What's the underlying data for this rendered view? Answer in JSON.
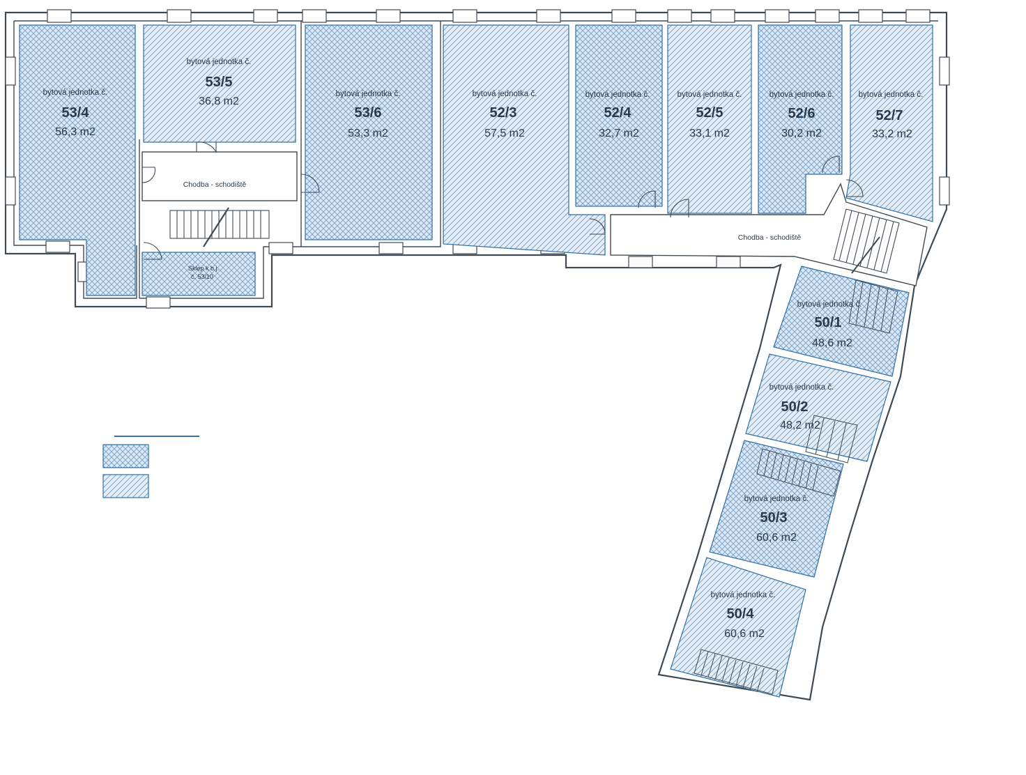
{
  "colors": {
    "wall": "#404a52",
    "hatch_line": "#6f9cc4",
    "room_fill": "#dde9f4",
    "legend_line": "#3a6fb0",
    "text": "#2a3a4a"
  },
  "units": [
    {
      "id": "53/4",
      "label": "bytová jednotka č.",
      "number": "53/4",
      "area": "56,3 m2",
      "hatch": "cross"
    },
    {
      "id": "53/5",
      "label": "bytová jednotka č.",
      "number": "53/5",
      "area": "36,8 m2",
      "hatch": "diag"
    },
    {
      "id": "53/6",
      "label": "bytová jednotka č.",
      "number": "53/6",
      "area": "53,3 m2",
      "hatch": "cross"
    },
    {
      "id": "52/3",
      "label": "bytová jednotka č.",
      "number": "52/3",
      "area": "57,5 m2",
      "hatch": "diag"
    },
    {
      "id": "52/4",
      "label": "bytová jednotka č.",
      "number": "52/4",
      "area": "32,7 m2",
      "hatch": "cross"
    },
    {
      "id": "52/5",
      "label": "bytová jednotka č.",
      "number": "52/5",
      "area": "33,1 m2",
      "hatch": "diag"
    },
    {
      "id": "52/6",
      "label": "bytová jednotka č.",
      "number": "52/6",
      "area": "30,2 m2",
      "hatch": "cross"
    },
    {
      "id": "52/7",
      "label": "bytová jednotka č.",
      "number": "52/7",
      "area": "33,2 m2",
      "hatch": "diag"
    },
    {
      "id": "50/1",
      "label": "bytová jednotka č.",
      "number": "50/1",
      "area": "48,6 m2",
      "hatch": "cross"
    },
    {
      "id": "50/2",
      "label": "bytová jednotka č.",
      "number": "50/2",
      "area": "48,2 m2",
      "hatch": "diag"
    },
    {
      "id": "50/3",
      "label": "bytová jednotka č.",
      "number": "50/3",
      "area": "60,6 m2",
      "hatch": "cross"
    },
    {
      "id": "50/4",
      "label": "bytová jednotka č.",
      "number": "50/4",
      "area": "60,6 m2",
      "hatch": "diag"
    }
  ],
  "corridors": [
    {
      "id": "left",
      "label": "Chodba - schodiště"
    },
    {
      "id": "right",
      "label": "Chodba - schodiště"
    }
  ],
  "cellar": {
    "line1": "Sklep k b.j.",
    "line2": "č. 53/10"
  },
  "legend": [
    {
      "hatch": "cross"
    },
    {
      "hatch": "diag"
    }
  ]
}
